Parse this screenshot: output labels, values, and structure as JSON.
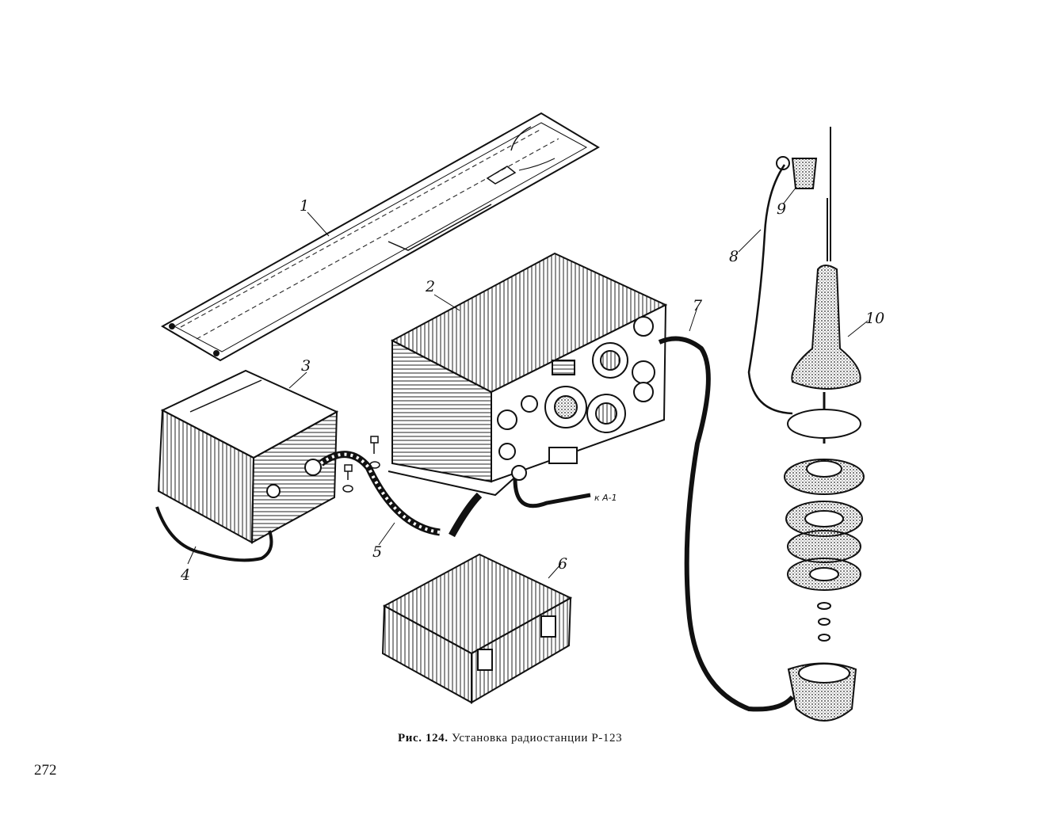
{
  "figure": {
    "callouts": [
      "1",
      "2",
      "3",
      "4",
      "5",
      "6",
      "7",
      "8",
      "9",
      "10"
    ],
    "connector_label": "к А-1"
  },
  "caption": {
    "prefix": "Рис.",
    "number": "124.",
    "text": "Установка радиостанции Р-123"
  },
  "page_number": "272"
}
